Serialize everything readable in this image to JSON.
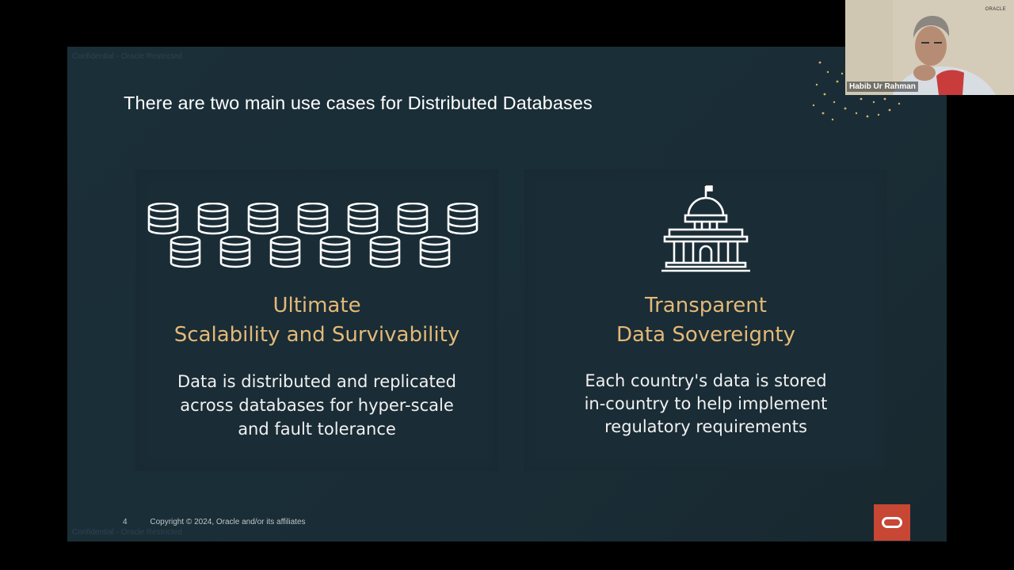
{
  "slide": {
    "classification": "Confidential - Oracle Restricted",
    "title": "There are two main use cases for Distributed Databases",
    "cards": [
      {
        "icon": "database-cluster-icon",
        "heading_lines": [
          "Ultimate",
          "Scalability and Survivability"
        ],
        "body_lines": [
          "Data is distributed and replicated",
          "across databases for hyper-scale",
          "and fault tolerance"
        ]
      },
      {
        "icon": "government-building-icon",
        "heading_lines": [
          "Transparent",
          "Data Sovereignty"
        ],
        "body_lines": [
          "Each country's data is stored",
          "in-country to help implement",
          "regulatory requirements"
        ]
      }
    ],
    "footer": {
      "page_number": "4",
      "copyright": "Copyright © 2024, Oracle and/or its affiliates"
    },
    "logo": "oracle-logo-icon"
  },
  "webcam": {
    "participant_name": "Habib Ur Rahman",
    "brand": "ORACLE"
  },
  "colors": {
    "slide_bg": "#1b2f39",
    "accent_gold": "#e3b978",
    "oracle_red": "#c74634"
  }
}
